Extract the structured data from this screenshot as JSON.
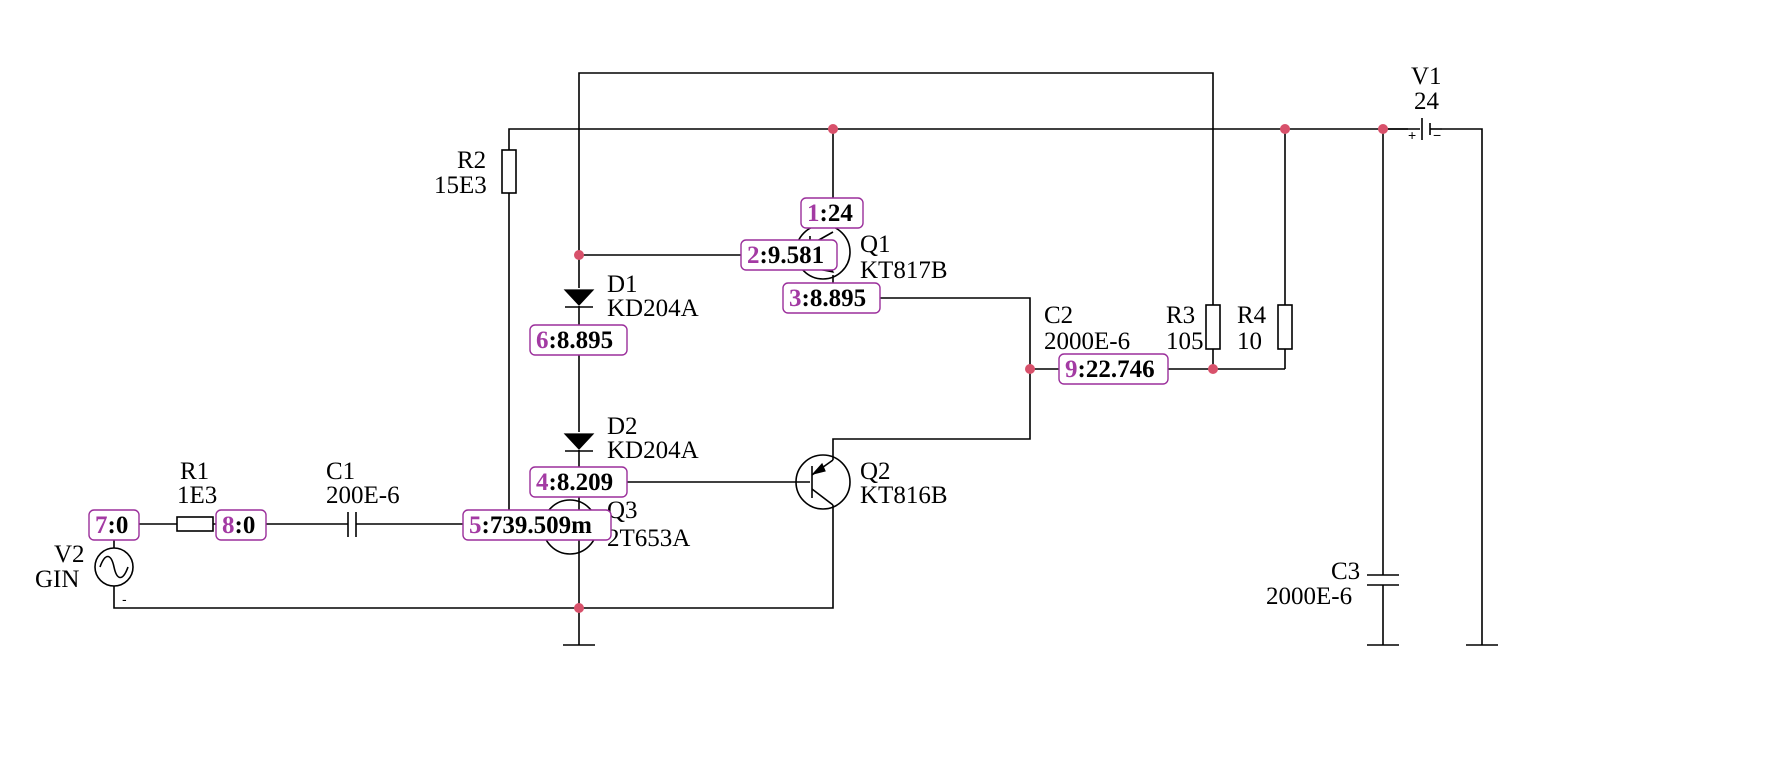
{
  "components": {
    "v1": {
      "ref": "V1",
      "value": "24"
    },
    "v2": {
      "ref": "V2",
      "value": "GIN"
    },
    "r1": {
      "ref": "R1",
      "value": "1E3"
    },
    "r2": {
      "ref": "R2",
      "value": "15E3"
    },
    "r3": {
      "ref": "R3",
      "value": "105"
    },
    "r4": {
      "ref": "R4",
      "value": "10"
    },
    "c1": {
      "ref": "C1",
      "value": "200E-6"
    },
    "c2": {
      "ref": "C2",
      "value": "2000E-6"
    },
    "c3": {
      "ref": "C3",
      "value": "2000E-6"
    },
    "d1": {
      "ref": "D1",
      "value": "KD204A"
    },
    "d2": {
      "ref": "D2",
      "value": "KD204A"
    },
    "q1": {
      "ref": "Q1",
      "value": "KT817B"
    },
    "q2": {
      "ref": "Q2",
      "value": "KT816B"
    },
    "q3": {
      "ref": "Q3",
      "value": "2T653A"
    }
  },
  "nodes": {
    "n1": {
      "num": "1",
      "sep": ":",
      "value": "24"
    },
    "n2": {
      "num": "2",
      "sep": ":",
      "value": "9.581"
    },
    "n3": {
      "num": "3",
      "sep": ":",
      "value": "8.895"
    },
    "n4": {
      "num": "4",
      "sep": ":",
      "value": "8.209"
    },
    "n5": {
      "num": "5",
      "sep": ":",
      "value": "739.509m"
    },
    "n6": {
      "num": "6",
      "sep": ":",
      "value": "8.895"
    },
    "n7": {
      "num": "7",
      "sep": ":",
      "value": "0"
    },
    "n8": {
      "num": "8",
      "sep": ":",
      "value": "0"
    },
    "n9": {
      "num": "9",
      "sep": ":",
      "value": "22.746"
    }
  },
  "polarity": {
    "plus": "+",
    "minus": "−",
    "v2_minus": "-"
  },
  "colors": {
    "wire": "#000000",
    "junction": "#d8516b",
    "node_border": "#9b2f9b",
    "node_number": "#a33aa3",
    "background": "#ffffff"
  }
}
